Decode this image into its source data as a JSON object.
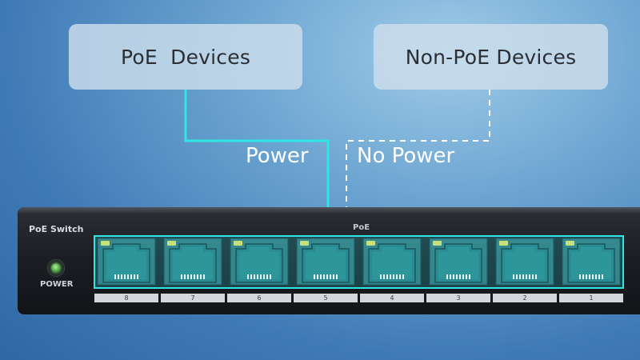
{
  "devices": {
    "poe": "PoE  Devices",
    "non_poe": "Non-PoE Devices"
  },
  "links": {
    "power": "Power",
    "no_power": "No Power"
  },
  "switch": {
    "title": "PoE Switch",
    "poe_marking": "PoE",
    "power_indicator": "POWER",
    "port_numbers": [
      "8",
      "7",
      "6",
      "5",
      "4",
      "3",
      "2",
      "1"
    ]
  },
  "colors": {
    "power_line": "#2ee6e4",
    "no_power_line": "#ffffff",
    "port_highlight": "#2ee6e4"
  }
}
